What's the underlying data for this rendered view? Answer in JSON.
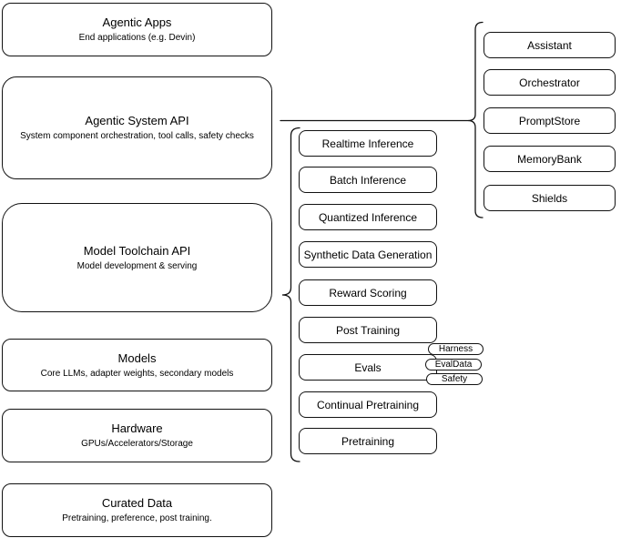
{
  "diagram": {
    "left_stack": [
      {
        "title": "Agentic Apps",
        "subtitle": "End applications (e.g. Devin)"
      },
      {
        "title": "Agentic System API",
        "subtitle": "System component orchestration, tool calls, safety checks"
      },
      {
        "title": "Model Toolchain API",
        "subtitle": "Model development & serving"
      },
      {
        "title": "Models",
        "subtitle": "Core LLMs, adapter weights, secondary models"
      },
      {
        "title": "Hardware",
        "subtitle": "GPUs/Accelerators/Storage"
      },
      {
        "title": "Curated Data",
        "subtitle": "Pretraining, preference, post training."
      }
    ],
    "toolchain_services": [
      "Realtime Inference",
      "Batch Inference",
      "Quantized Inference",
      "Synthetic Data Generation",
      "Reward Scoring",
      "Post Training",
      "Evals",
      "Continual Pretraining",
      "Pretraining"
    ],
    "evals_components": [
      "Harness",
      "EvalData",
      "Safety"
    ],
    "system_components": [
      "Assistant",
      "Orchestrator",
      "PromptStore",
      "MemoryBank",
      "Shields"
    ],
    "colors": {
      "stroke": "#111111",
      "background": "#ffffff",
      "text": "#000000"
    }
  }
}
